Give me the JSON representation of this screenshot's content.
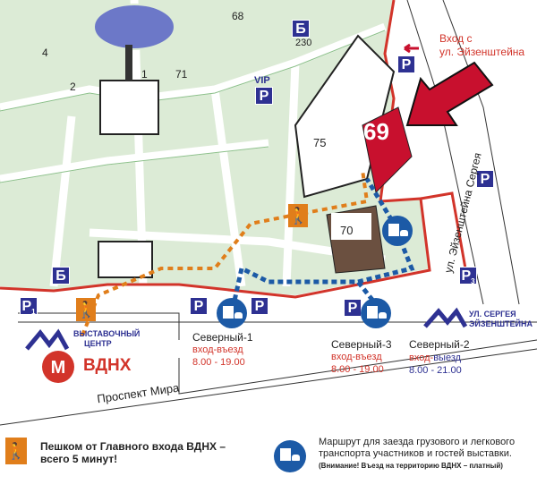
{
  "buildings": {
    "b1": "1",
    "b2": "2",
    "b4": "4",
    "b68": "68",
    "b71": "71",
    "b230": "230",
    "b75": "75",
    "b70": "70",
    "b69": "69"
  },
  "parking": {
    "p_symbol": "P",
    "vip": "VIP",
    "p1_sub": "1",
    "p3_sub": "3",
    "b_symbol": "Б"
  },
  "entrance_label": [
    "Вход с",
    "ул. Эйзенштейна"
  ],
  "street_vertical": "ул. Эйзенштейна Сергея",
  "street_prospekt": "Проспект Мира",
  "exhibition_center": [
    "ВЫСТАВОЧНЫЙ",
    "ЦЕНТР"
  ],
  "metro": {
    "letter": "М",
    "name": "ВДНХ"
  },
  "street_sign": [
    "УЛ. СЕРГЕЯ",
    "ЭЙЗЕНШТЕЙНА"
  ],
  "gates": [
    {
      "name": "Северный-1",
      "type_a": "вход-въезд",
      "type_b": "",
      "hours": "8.00 - 19.00"
    },
    {
      "name": "Северный-3",
      "type_a": "вход-въезд",
      "type_b": "",
      "hours": "8.00 - 19.00"
    },
    {
      "name": "Северный-2",
      "type_a": "вход-",
      "type_b": "выезд",
      "hours": "8.00 - 21.00"
    }
  ],
  "legend": {
    "walk": [
      "Пешком от Главного входа ВДНХ –",
      "всего 5 минут!"
    ],
    "route": [
      "Маршрут для заезда грузового и легкового",
      "транспорта участников и гостей выставки."
    ],
    "route_note": "(Внимание! Въезд на территорию ВДНХ – платный)"
  },
  "colors": {
    "accent_red": "#c8102e",
    "park_blue": "#2e3192",
    "truck_blue": "#1c5aa6",
    "walk_orange": "#e07e1b",
    "green": "#dcebd6"
  }
}
